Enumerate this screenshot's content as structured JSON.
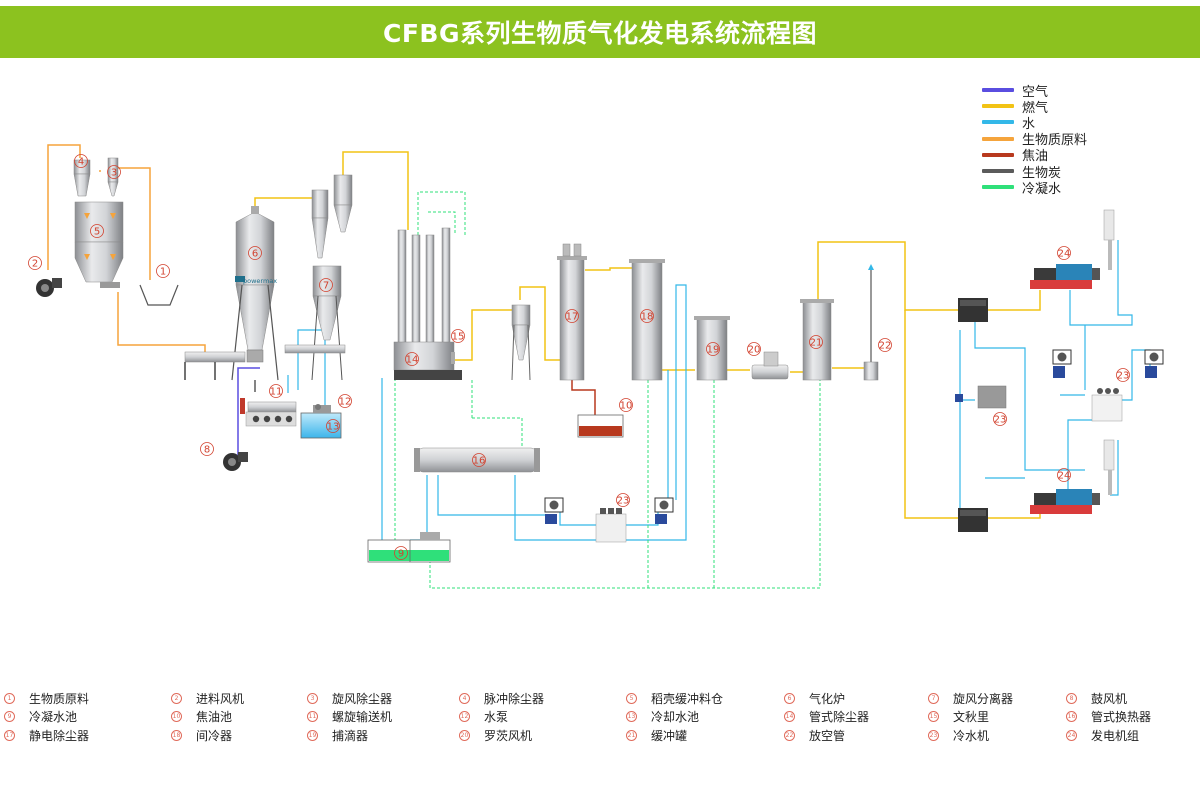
{
  "title": "CFBG系列生物质气化发电系统流程图",
  "brand": "powermax",
  "legend": [
    {
      "label": "空气",
      "color": "#5a4ee0"
    },
    {
      "label": "燃气",
      "color": "#f2c315"
    },
    {
      "label": "水",
      "color": "#33b8e8"
    },
    {
      "label": "生物质原料",
      "color": "#f5a43c"
    },
    {
      "label": "焦油",
      "color": "#b8391e"
    },
    {
      "label": "生物炭",
      "color": "#5b5b5b"
    },
    {
      "label": "冷凝水",
      "color": "#2fe07a"
    }
  ],
  "node_labels": [
    "1",
    "2",
    "3",
    "4",
    "5",
    "6",
    "7",
    "8",
    "9",
    "10",
    "11",
    "12",
    "13",
    "14",
    "15",
    "16",
    "17",
    "18",
    "19",
    "20",
    "21",
    "22",
    "23",
    "24"
  ],
  "key": [
    {
      "num": "1",
      "name": "生物质原料"
    },
    {
      "num": "2",
      "name": "进料风机"
    },
    {
      "num": "3",
      "name": "旋风除尘器"
    },
    {
      "num": "4",
      "name": "脉冲除尘器"
    },
    {
      "num": "5",
      "name": "稻壳缓冲料仓"
    },
    {
      "num": "6",
      "name": "气化炉"
    },
    {
      "num": "7",
      "name": "旋风分离器"
    },
    {
      "num": "8",
      "name": "鼓风机"
    },
    {
      "num": "9",
      "name": "冷凝水池"
    },
    {
      "num": "10",
      "name": "焦油池"
    },
    {
      "num": "11",
      "name": "螺旋输送机"
    },
    {
      "num": "12",
      "name": "水泵"
    },
    {
      "num": "13",
      "name": "冷却水池"
    },
    {
      "num": "14",
      "name": "管式除尘器"
    },
    {
      "num": "15",
      "name": "文秋里"
    },
    {
      "num": "16",
      "name": "管式换热器"
    },
    {
      "num": "17",
      "name": "静电除尘器"
    },
    {
      "num": "18",
      "name": "间冷器"
    },
    {
      "num": "19",
      "name": "捕滴器"
    },
    {
      "num": "20",
      "name": "罗茨风机"
    },
    {
      "num": "21",
      "name": "缓冲罐"
    },
    {
      "num": "22",
      "name": "放空管"
    },
    {
      "num": "23",
      "name": "冷水机"
    },
    {
      "num": "24",
      "name": "发电机组"
    }
  ]
}
